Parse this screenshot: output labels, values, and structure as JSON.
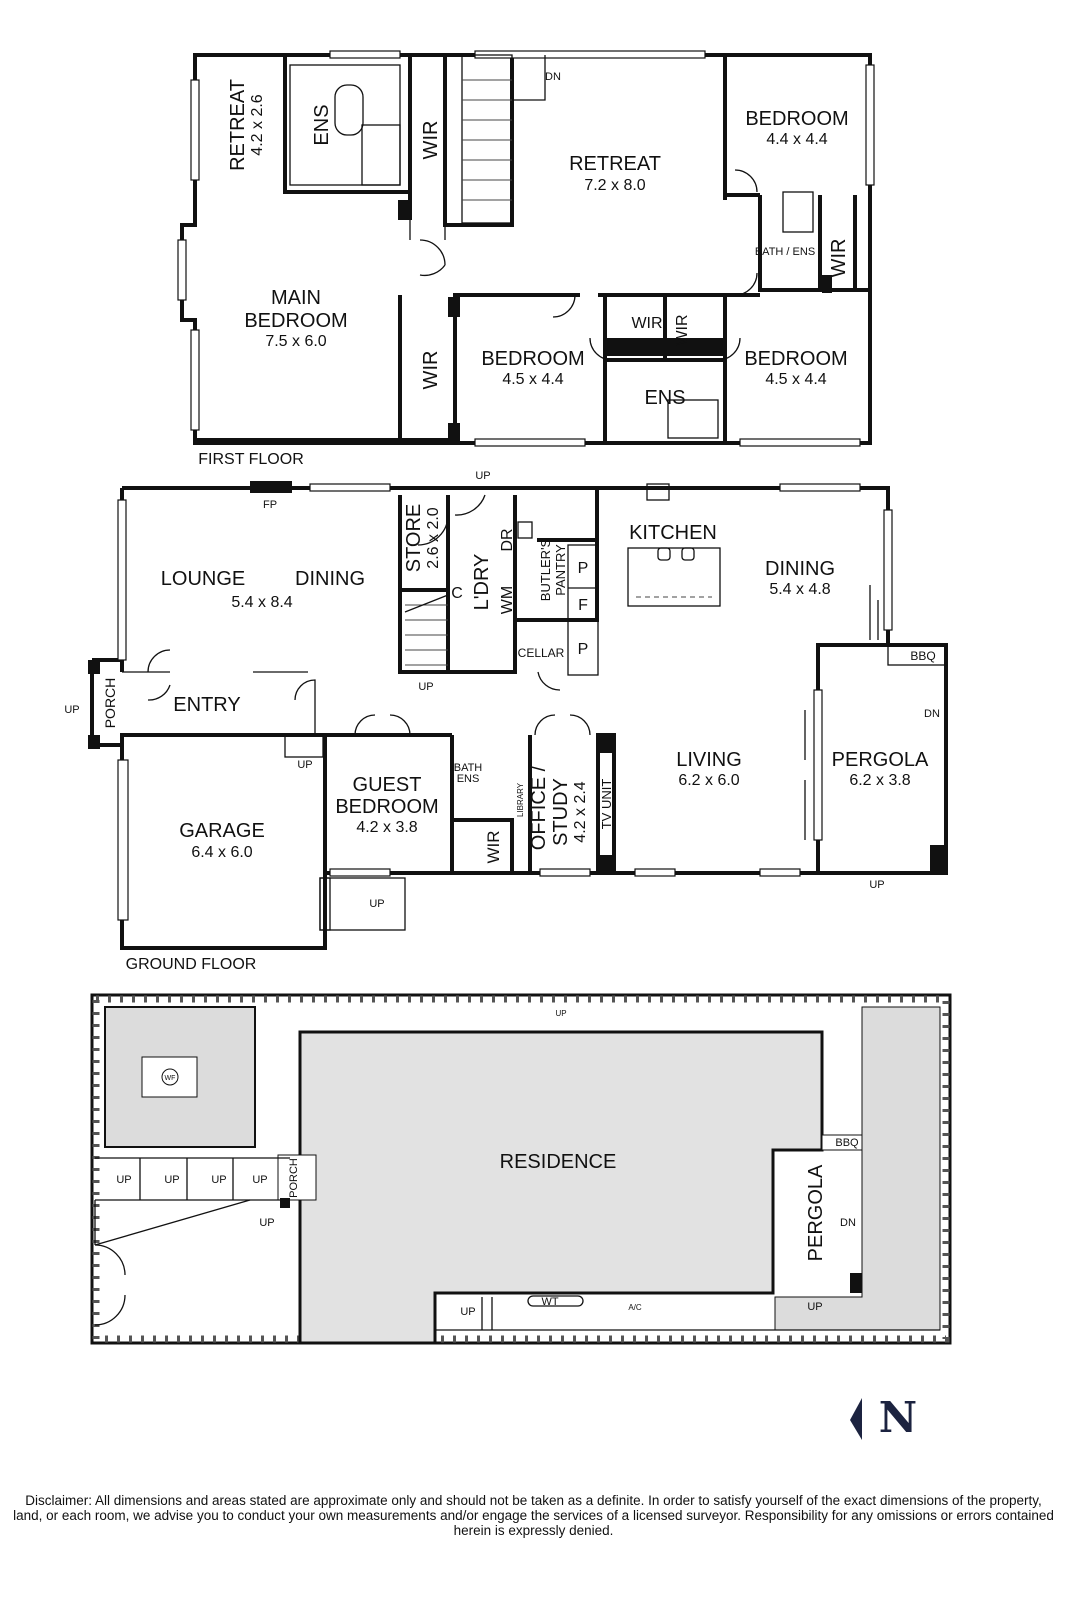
{
  "first_floor": {
    "title": "FIRST FLOOR",
    "retreat_small": {
      "name": "RETREAT",
      "dims": "4.2 x 2.6"
    },
    "ens_main": "ENS",
    "wir_top": "WIR",
    "dn": "DN",
    "retreat_large": {
      "name": "RETREAT",
      "dims": "7.2 x 8.0"
    },
    "bedroom_ne": {
      "name": "BEDROOM",
      "dims": "4.4 x 4.4"
    },
    "bath_ens": "BATH / ENS",
    "wir_east": "WIR",
    "main_bedroom": {
      "name1": "MAIN",
      "name2": "BEDROOM",
      "dims": "7.5 x 6.0"
    },
    "wir_main": "WIR",
    "bedroom_mid": {
      "name": "BEDROOM",
      "dims": "4.5 x 4.4"
    },
    "wir_mid_a": "WIR",
    "wir_mid_b": "WIR",
    "ens_mid": "ENS",
    "bedroom_se": {
      "name": "BEDROOM",
      "dims": "4.5 x 4.4"
    }
  },
  "ground_floor": {
    "title": "GROUND FLOOR",
    "up_laundry": "UP",
    "fp": "FP",
    "store": {
      "name": "STORE",
      "dims": "2.6 x 2.0"
    },
    "ldry": "L'DRY",
    "dr": "DR",
    "wm": "WM",
    "c": "C",
    "butlers_pantry": {
      "line1": "BUTLER'S",
      "line2": "PANTRY"
    },
    "pantry_p1": "P",
    "pantry_f": "F",
    "pantry_p2": "P",
    "cellar": "CELLAR",
    "up_stairs": "UP",
    "kitchen": "KITCHEN",
    "dining_east": {
      "name": "DINING",
      "dims": "5.4 x 4.8"
    },
    "lounge_dining": {
      "name1": "LOUNGE",
      "name2": "DINING",
      "dims": "5.4 x 8.4"
    },
    "up_porch": "UP",
    "porch": "PORCH",
    "entry": "ENTRY",
    "bbq": "BBQ",
    "dn_pergola": "DN",
    "up_garage": "UP",
    "garage": {
      "name": "GARAGE",
      "dims": "6.4 x 6.0"
    },
    "guest_bedroom": {
      "name1": "GUEST",
      "name2": "BEDROOM",
      "dims": "4.2 x 3.8"
    },
    "bath_ens": {
      "line1": "BATH",
      "line2": "ENS"
    },
    "library": "LIBRARY",
    "wir": "WIR",
    "office_study": {
      "name": "OFFICE /",
      "name2": "STUDY",
      "dims": "4.2 x 2.4"
    },
    "tv_unit": "TV UNIT",
    "living": {
      "name": "LIVING",
      "dims": "6.2 x 6.0"
    },
    "pergola": {
      "name": "PERGOLA",
      "dims": "6.2 x 3.8"
    },
    "up_pergola": "UP",
    "up_side": "UP"
  },
  "site_plan": {
    "up_north": "UP",
    "wf": "WF",
    "residence": "RESIDENCE",
    "bbq": "BBQ",
    "steps_up": [
      "UP",
      "UP",
      "UP",
      "UP"
    ],
    "porch": "PORCH",
    "up_path": "UP",
    "pergola": "PERGOLA",
    "dn": "DN",
    "up_side": "UP",
    "wt": "WT",
    "ac": "A/C",
    "up_pergola": "UP"
  },
  "compass": {
    "label": "N",
    "icon": "north-arrow-icon",
    "color": "#1c2340"
  },
  "disclaimer": "Disclaimer: All dimensions and areas stated are approximate only and should not be taken as a definite. In order to satisfy yourself of the exact dimensions of the property, land, or each room, we advise you to conduct your own measurements and/or engage the services of a licensed surveyor. Responsibility for any omissions or errors contained herein is expressly denied."
}
